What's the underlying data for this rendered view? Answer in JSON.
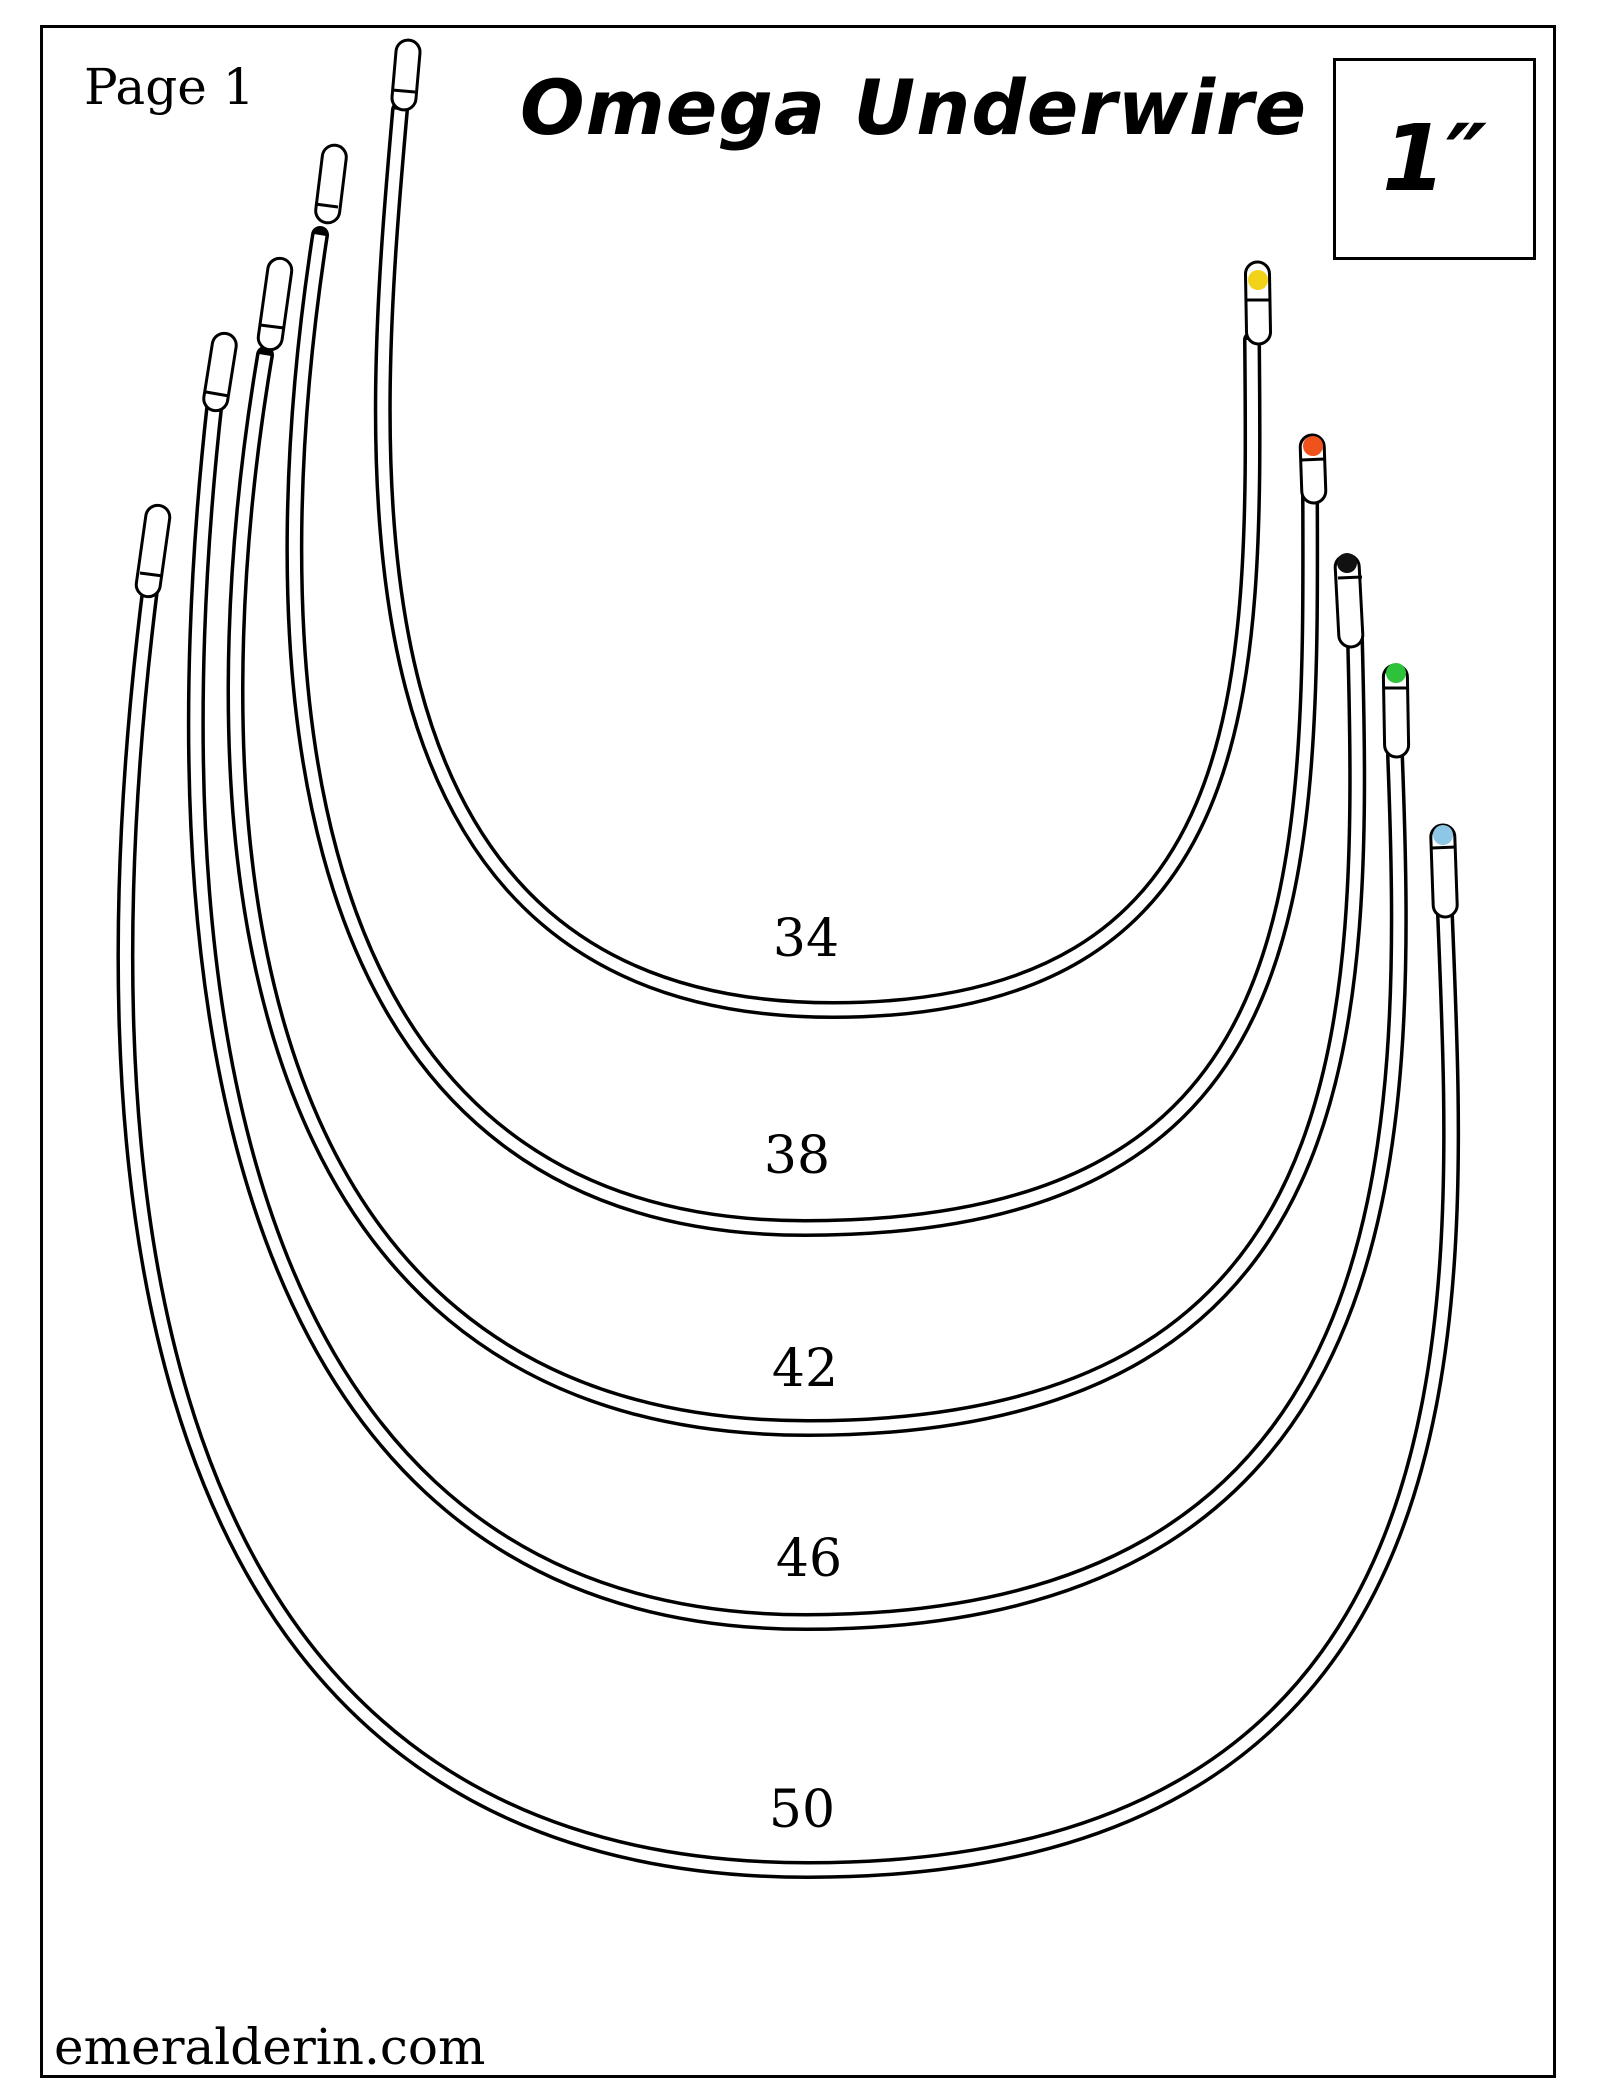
{
  "header": {
    "page_label": "Page 1",
    "title": "Omega Underwire",
    "wire_width": "1″"
  },
  "footer": {
    "website": "emeralderin.com"
  },
  "wires": [
    {
      "size": "34",
      "tip_color": "#f2d21a"
    },
    {
      "size": "38",
      "tip_color": "#f0521c"
    },
    {
      "size": "42",
      "tip_color": "#111111"
    },
    {
      "size": "46",
      "tip_color": "#2ec13a"
    },
    {
      "size": "50",
      "tip_color": "#8ec6e6"
    }
  ]
}
